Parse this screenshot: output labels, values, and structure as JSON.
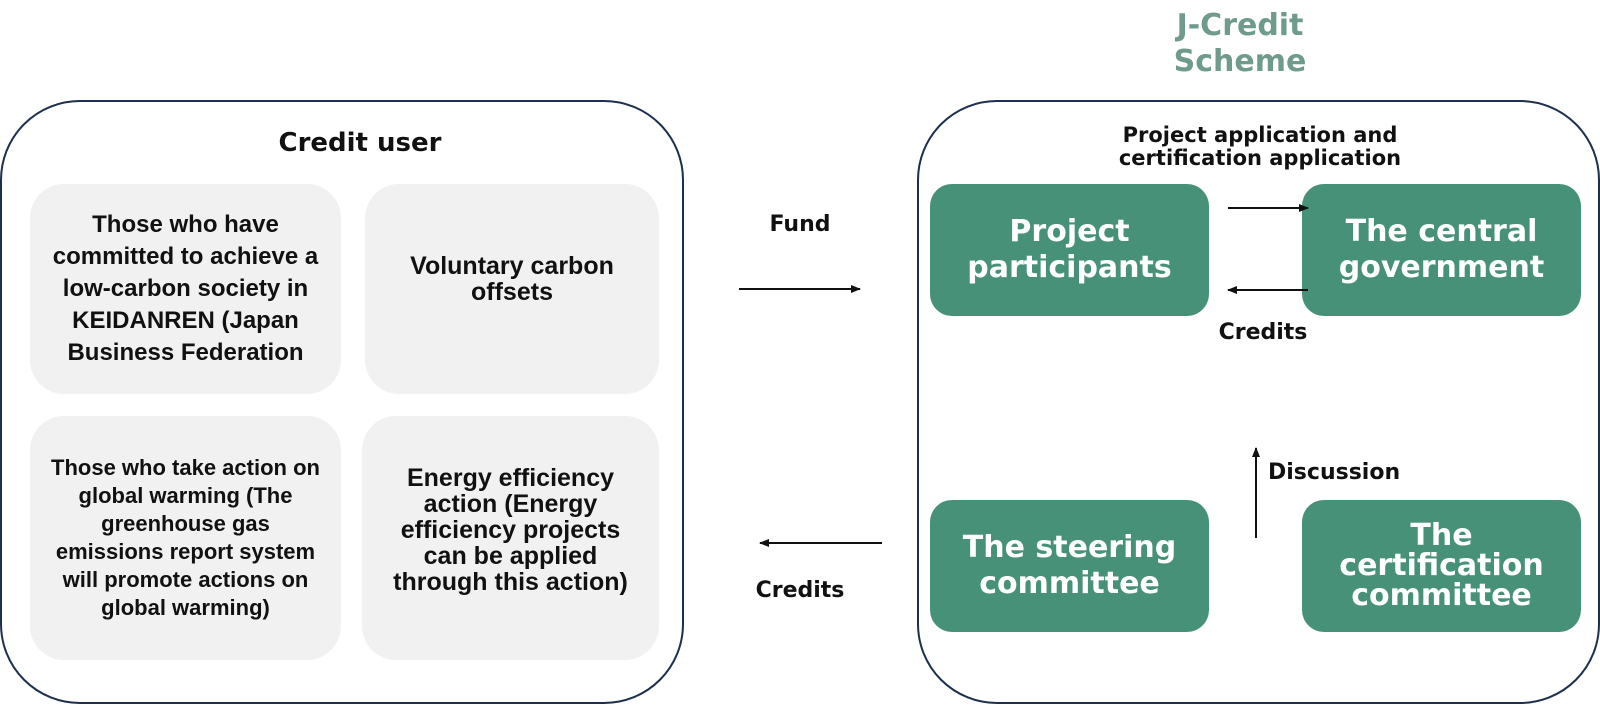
{
  "scheme_title": "J-Credit Scheme",
  "credit_user": {
    "title": "Credit user",
    "boxes": [
      {
        "text": "Those who have committed to achieve a low-carbon society in KEIDANREN (Japan Business Federation"
      },
      {
        "text": "Voluntary carbon offsets"
      },
      {
        "text": "Those who take action on global warming (The greenhouse gas emissions report system will promote actions on global warming)"
      },
      {
        "text": "Energy efficiency action (Energy efficiency projects can be applied through this action)"
      }
    ]
  },
  "flows": {
    "fund": "Fund",
    "credits_out": "Credits",
    "application": "Project application and certification application",
    "credits_in": "Credits",
    "discussion": "Discussion"
  },
  "scheme": {
    "project_participants": "Project participants",
    "central_government": "The central government",
    "steering_committee": "The steering committee",
    "certification_committee": "The certification committee"
  },
  "colors": {
    "scheme_title": "#6e9b8c",
    "node_fill": "#489179",
    "panel_border": "#1d2f4e",
    "box_fill": "#f1f1f1"
  }
}
